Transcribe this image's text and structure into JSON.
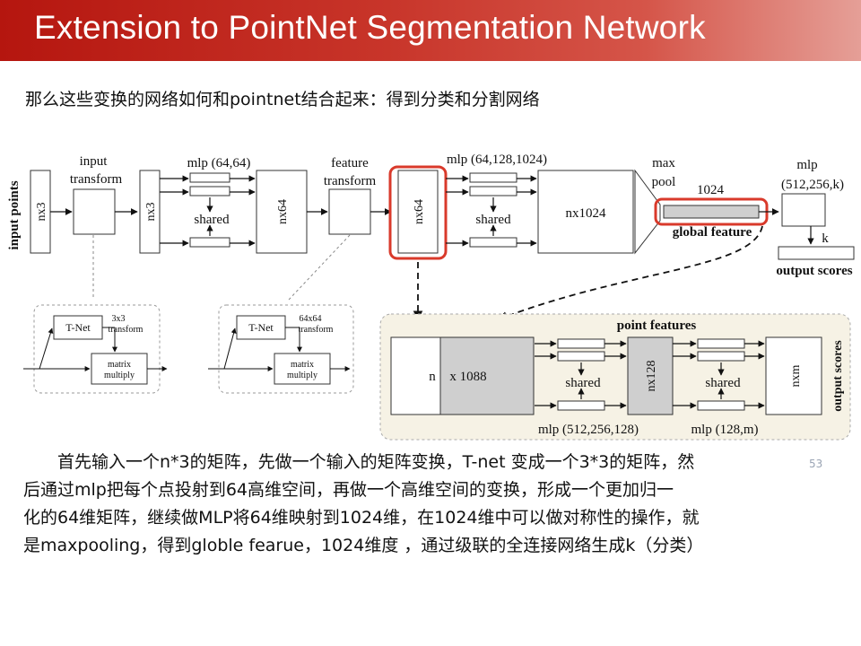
{
  "slide": {
    "title": "Extension to PointNet Segmentation Network",
    "intro": "那么这些变换的网络如何和pointnet结合起来：得到分类和分割网络",
    "page_number": "53",
    "paragraph_lines": [
      "　　首先输入一个n*3的矩阵，先做一个输入的矩阵变换，T-net 变成一个3*3的矩阵，然",
      "后通过mlp把每个点投射到64高维空间，再做一个高维空间的变换，形成一个更加归一",
      "化的64维矩阵，继续做MLP将64维映射到1024维，在1024维中可以做对称性的操作，就",
      "是maxpooling，得到globle fearue，1024维度 ，通过级联的全连接网络生成k（分类）"
    ]
  },
  "diagram": {
    "input_points": "input points",
    "nx3_a": "nx3",
    "input_transform": [
      "input",
      "transform"
    ],
    "nx3_b": "nx3",
    "mlp_64": "mlp (64,64)",
    "shared_1": "shared",
    "nx64_a": "nx64",
    "feature_transform": [
      "feature",
      "transform"
    ],
    "nx64_b": "nx64",
    "mlp_1024": "mlp (64,128,1024)",
    "shared_2": "shared",
    "nx1024": "nx1024",
    "max_pool": [
      "max",
      "pool"
    ],
    "dim_1024": "1024",
    "global_feature": "global feature",
    "mlp_cls": [
      "mlp",
      "(512,256,k)"
    ],
    "k": "k",
    "output_scores": "output scores",
    "tnet_1": "T-Net",
    "tnet_1_transform": [
      "3x3",
      "transform"
    ],
    "matmul_1": [
      "matrix",
      "multiply"
    ],
    "tnet_2": "T-Net",
    "tnet_2_transform": [
      "64x64",
      "transform"
    ],
    "matmul_2": [
      "matrix",
      "multiply"
    ],
    "seg_n": "n",
    "seg_1088": "x 1088",
    "point_features": "point features",
    "shared_3": "shared",
    "nx128": "nx128",
    "shared_4": "shared",
    "nxm": "nxm",
    "output_scores_seg": "output scores",
    "mlp_seg_1": "mlp (512,256,128)",
    "mlp_seg_2": "mlp (128,m)"
  },
  "colors": {
    "title_bar": "#c0281f",
    "highlight": "#d93a2b",
    "seg_panel": "#f6f2e5",
    "gray_block": "#cfcfcf"
  }
}
